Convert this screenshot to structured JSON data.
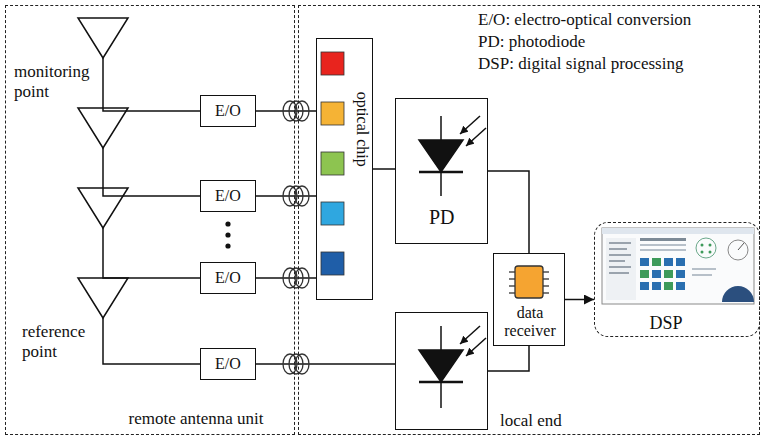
{
  "diagram": {
    "nodes": [
      {
        "text": [
          "remote antenna unit"
        ]
      },
      {
        "text": [
          "E/O"
        ],
        "in": 0
      },
      {
        "text": [
          "E/O"
        ],
        "in": 0
      },
      {
        "text": [
          "E/O"
        ],
        "in": 0
      },
      {
        "text": [
          "E/O"
        ],
        "in": 0
      },
      {
        "text": [
          "local end"
        ]
      },
      {
        "text": [
          "optical chip"
        ],
        "in": 5
      },
      {
        "text": [
          "PD"
        ],
        "in": 5
      },
      {
        "text": [],
        "in": 5
      },
      {
        "text": [
          "data receiver"
        ],
        "in": 5
      },
      {
        "text": [
          "DSP"
        ],
        "in": 5
      }
    ],
    "edges": [
      {
        "from": 1,
        "to": 6,
        "arrow": "none"
      },
      {
        "from": 2,
        "to": 6,
        "arrow": "none"
      },
      {
        "from": 3,
        "to": 6,
        "arrow": "none"
      },
      {
        "from": 4,
        "to": 8,
        "arrow": "none"
      },
      {
        "from": 6,
        "to": 7,
        "arrow": "none"
      },
      {
        "from": 7,
        "to": 9,
        "arrow": "none"
      },
      {
        "from": 8,
        "to": 9,
        "arrow": "none"
      },
      {
        "from": 9,
        "to": 10,
        "arrow": "to"
      }
    ],
    "labels": [
      "monitoring point",
      "reference point",
      "E/O: electro-optical conversion",
      "PD: photodiode",
      "DSP: digital signal processing"
    ]
  }
}
